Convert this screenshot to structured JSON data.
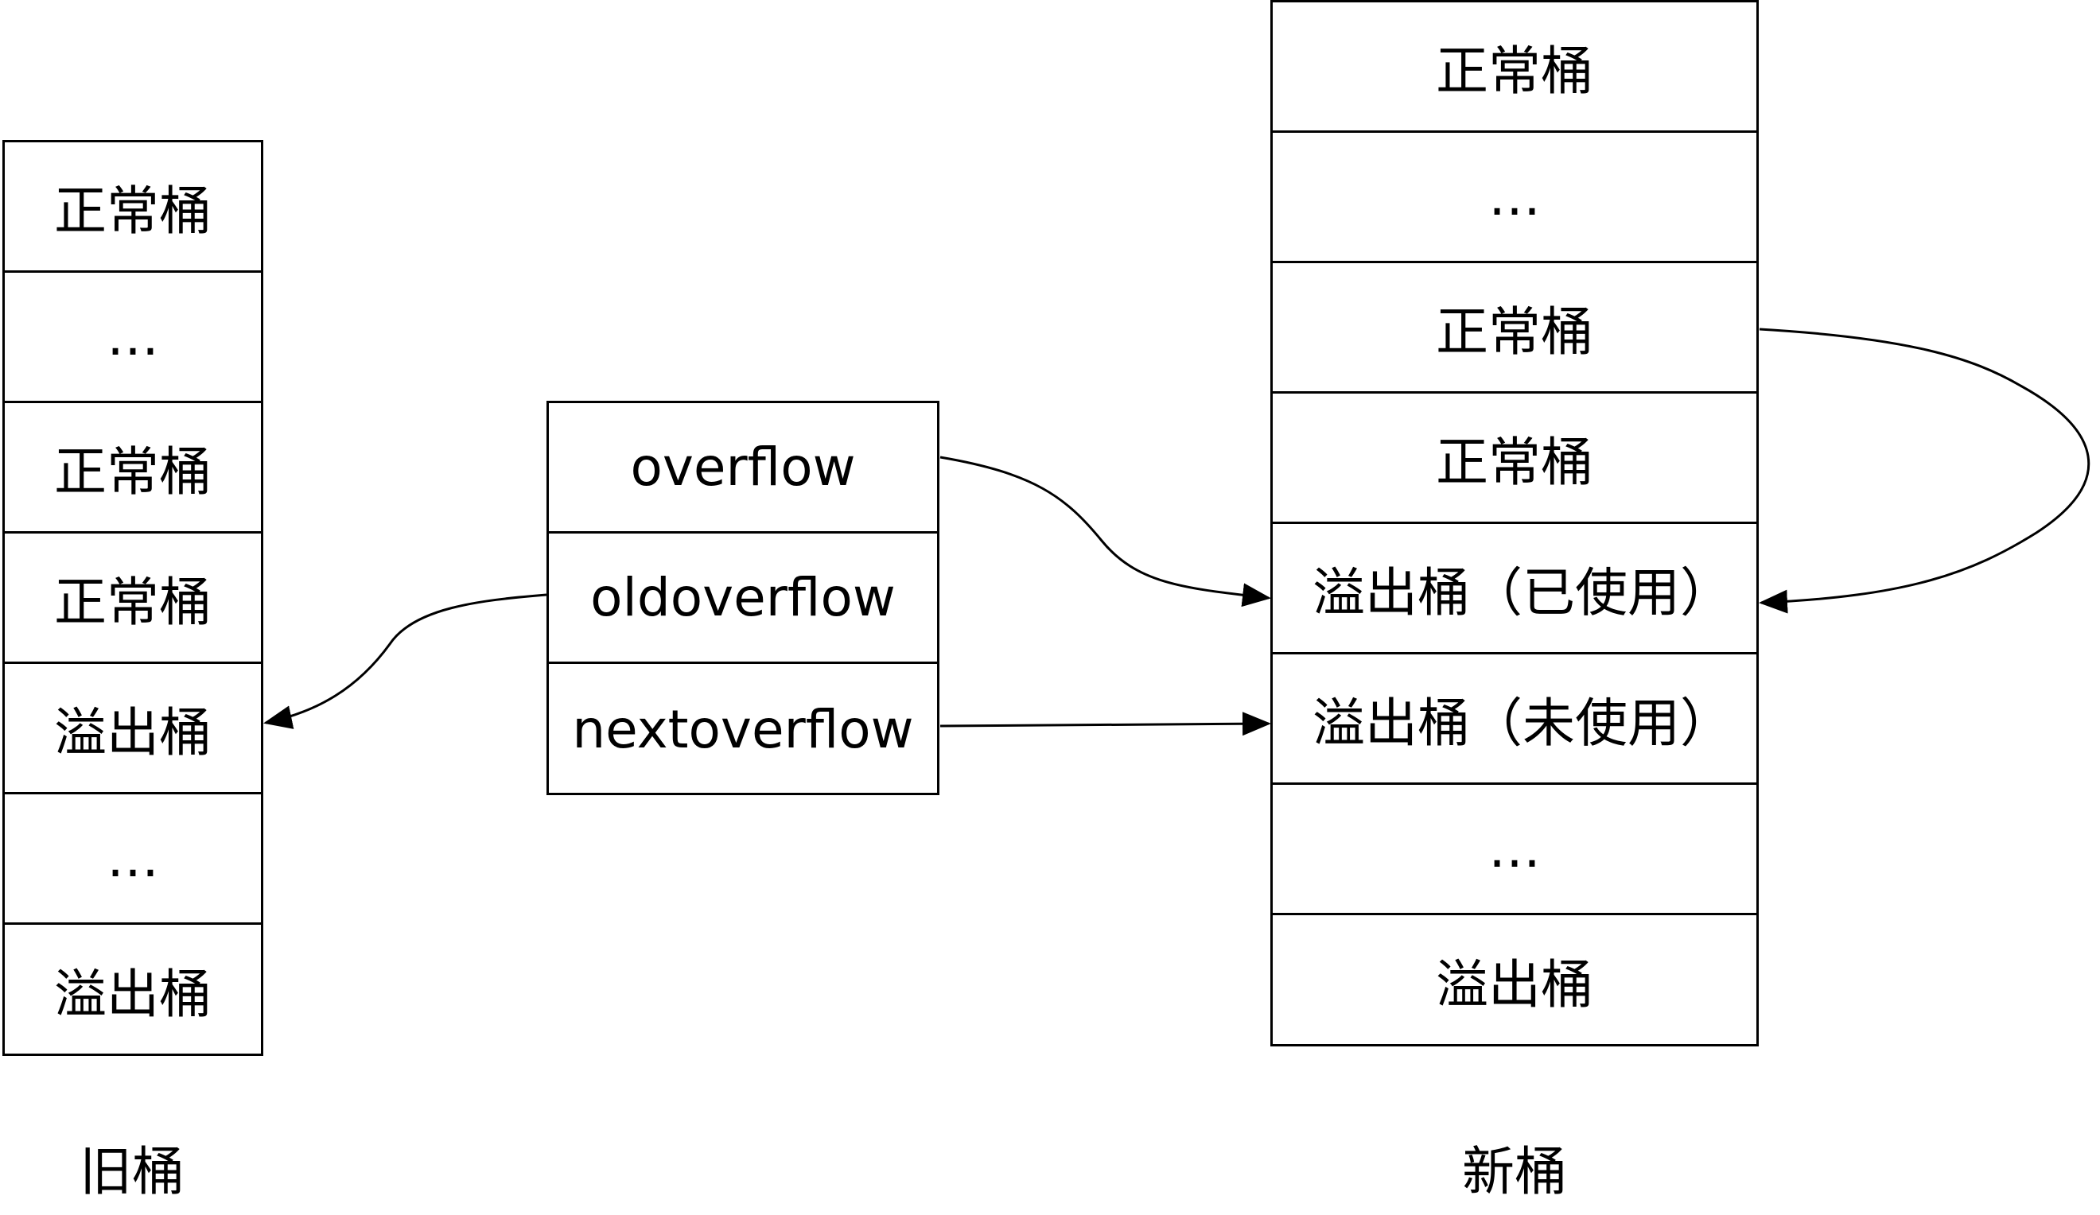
{
  "old_buckets": {
    "caption": "旧桶",
    "cells": [
      "正常桶",
      "…",
      "正常桶",
      "正常桶",
      "溢出桶",
      "…",
      "溢出桶"
    ]
  },
  "extra": {
    "cells": [
      "overflow",
      "oldoverflow",
      "nextoverflow"
    ]
  },
  "new_buckets": {
    "caption": "新桶",
    "cells": [
      "正常桶",
      "…",
      "正常桶",
      "正常桶",
      "溢出桶（已使用）",
      "溢出桶（未使用）",
      "…",
      "溢出桶"
    ]
  },
  "colors": {
    "stroke": "#000000",
    "background": "#ffffff"
  }
}
